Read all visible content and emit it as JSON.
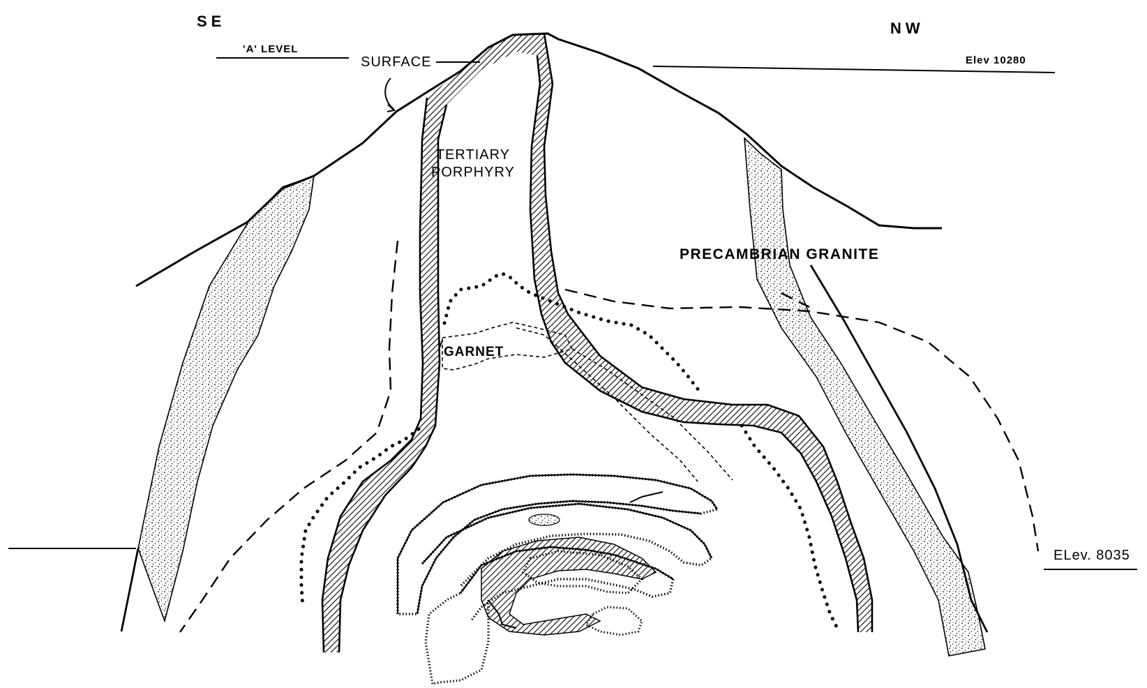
{
  "diagram": {
    "directions": {
      "left": "SE",
      "right": "NW"
    },
    "labels": {
      "a_level": "'A' LEVEL",
      "surface": "SURFACE",
      "elev_top_value": "Elev 10280",
      "elev_bottom_value": "ELev. 8035",
      "tertiary_line1": "TERTIARY",
      "tertiary_line2": "PORPHYRY",
      "precambrian": "PRECAMBRIAN  GRANITE",
      "garnet": "GARNET"
    },
    "colors": {
      "ink": "#000000",
      "paper": "#ffffff"
    }
  }
}
